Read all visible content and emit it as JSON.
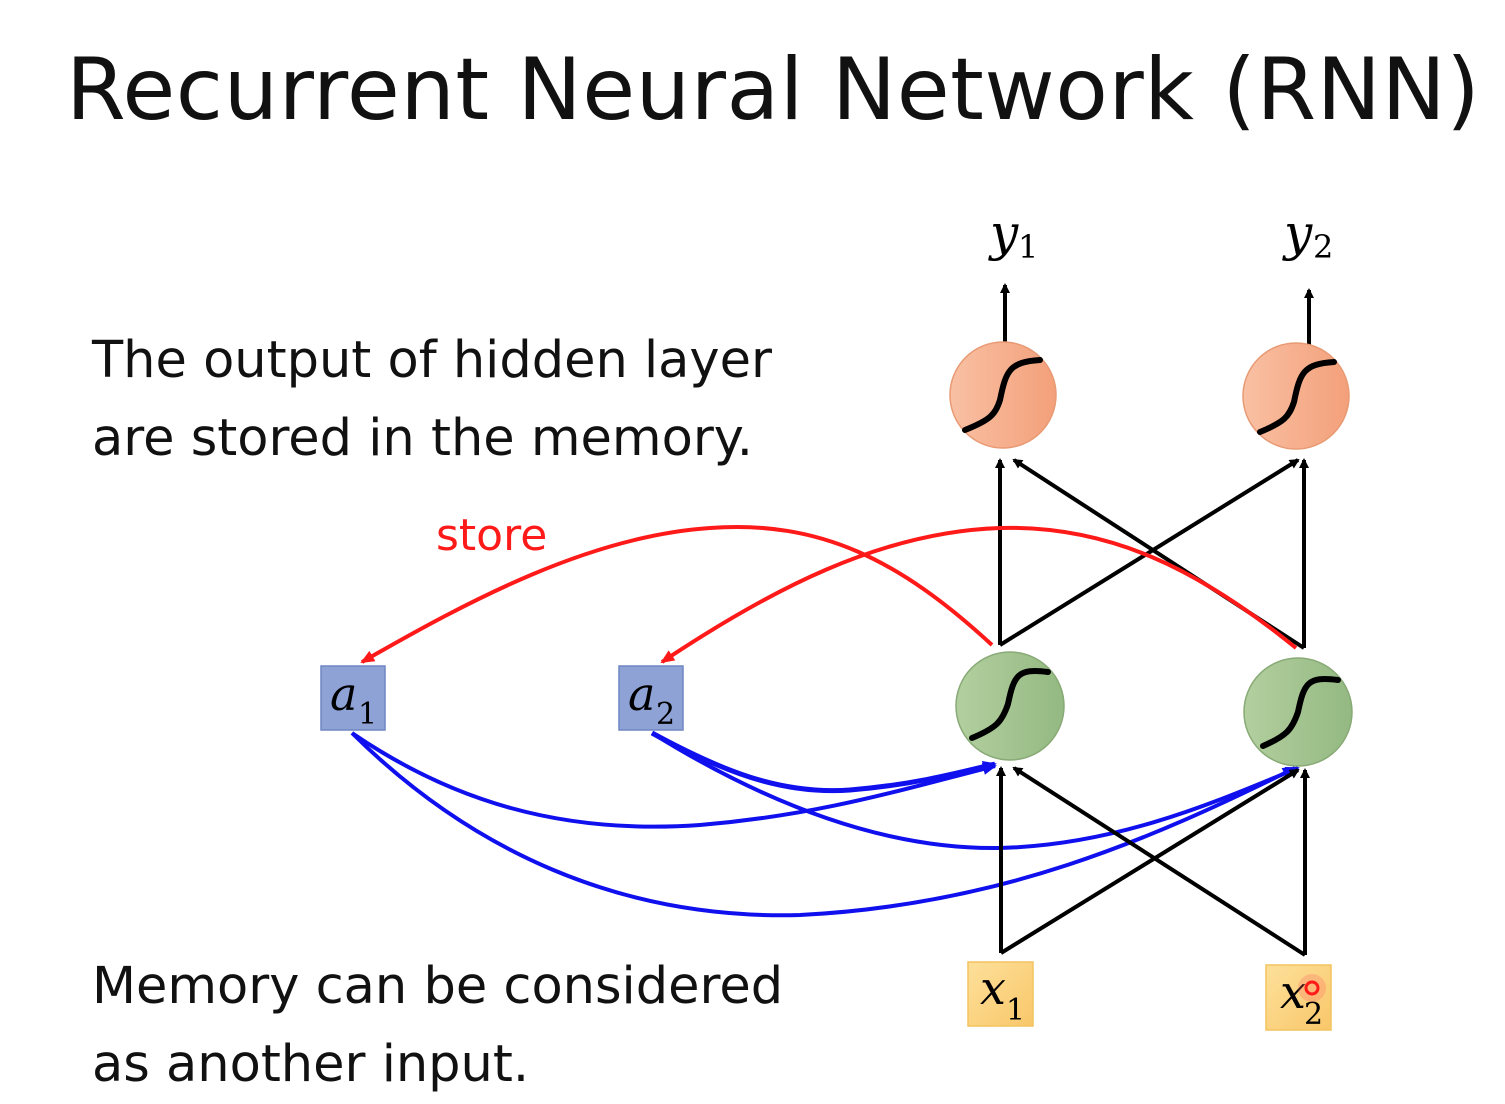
{
  "title": "Recurrent Neural Network (RNN)",
  "text_top": [
    "The output of hidden layer",
    "are stored in the memory."
  ],
  "text_bottom": [
    "Memory can be considered",
    "as  another input."
  ],
  "store_label": "store",
  "nodes": {
    "outputs": [
      {
        "var": "y",
        "sub": "1"
      },
      {
        "var": "y",
        "sub": "2"
      }
    ],
    "memory": [
      {
        "var": "a",
        "sub": "1"
      },
      {
        "var": "a",
        "sub": "2"
      }
    ],
    "inputs": [
      {
        "var": "x",
        "sub": "1"
      },
      {
        "var": "x",
        "sub": "2"
      }
    ]
  },
  "colors": {
    "output_neuron": "#f6a27c",
    "hidden_neuron": "#9fc08a",
    "memory_box": "#8ea2d6",
    "input_box": "#fbd27a",
    "store_arrow": "#ff1a1a",
    "memory_arrow": "#1010ee",
    "feedforward_arrow": "#000000"
  }
}
